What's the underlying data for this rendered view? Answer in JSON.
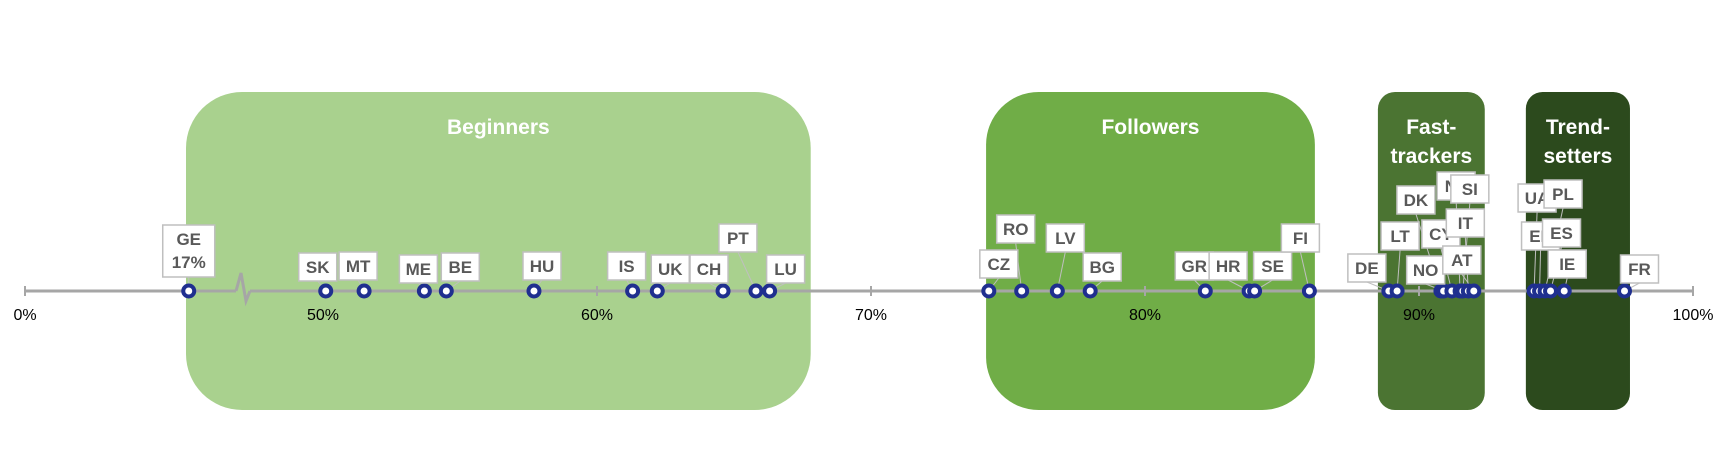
{
  "chart_data": {
    "type": "scatter",
    "title": "",
    "xlabel": "",
    "ylabel": "",
    "x_axis": {
      "tick_labels": [
        "0%",
        "50%",
        "60%",
        "70%",
        "80%",
        "90%",
        "100%"
      ],
      "tick_values": [
        0,
        50,
        60,
        70,
        80,
        90,
        100
      ],
      "axis_break": true,
      "range": [
        0,
        100
      ]
    },
    "groups": [
      {
        "label": "Beginners",
        "range": [
          45,
          67.8
        ],
        "color": "#a9d18e"
      },
      {
        "label": "Followers",
        "range": [
          74.2,
          86.2
        ],
        "color": "#70ad47"
      },
      {
        "label": "Fast-trackers",
        "lines": [
          "Fast-",
          "trackers"
        ],
        "range": [
          88.5,
          92.4
        ],
        "color": "#4b7432"
      },
      {
        "label": "Trend-setters",
        "lines": [
          "Trend-",
          "setters"
        ],
        "range": [
          93.9,
          97.7
        ],
        "color": "#2c4a1d"
      }
    ],
    "points": [
      {
        "label": "GE",
        "sublabel": "17%",
        "value": 17,
        "x": 45.1
      },
      {
        "label": "SK",
        "x": 50.1
      },
      {
        "label": "MT",
        "x": 51.5
      },
      {
        "label": "ME",
        "x": 53.7
      },
      {
        "label": "BE",
        "x": 54.5
      },
      {
        "label": "HU",
        "x": 57.7
      },
      {
        "label": "IS",
        "x": 61.3
      },
      {
        "label": "UK",
        "x": 62.2
      },
      {
        "label": "CH",
        "x": 64.6
      },
      {
        "label": "PT",
        "x": 65.8
      },
      {
        "label": "LU",
        "x": 66.3
      },
      {
        "label": "CZ",
        "x": 74.3
      },
      {
        "label": "RO",
        "x": 75.5
      },
      {
        "label": "LV",
        "x": 76.8
      },
      {
        "label": "BG",
        "x": 78.0
      },
      {
        "label": "GR",
        "x": 82.2
      },
      {
        "label": "HR",
        "x": 83.8
      },
      {
        "label": "SE",
        "x": 84.0
      },
      {
        "label": "FI",
        "x": 86.0
      },
      {
        "label": "DE",
        "x": 88.9
      },
      {
        "label": "LT",
        "x": 89.2
      },
      {
        "label": "DK",
        "x": 90.8
      },
      {
        "label": "NO",
        "x": 90.9
      },
      {
        "label": "CY",
        "x": 91.2
      },
      {
        "label": "NL",
        "x": 91.5
      },
      {
        "label": "SI",
        "x": 91.6
      },
      {
        "label": "IT",
        "x": 91.8
      },
      {
        "label": "AT",
        "x": 92.0
      },
      {
        "label": "UA",
        "x": 94.2
      },
      {
        "label": "EE",
        "x": 94.4
      },
      {
        "label": "PL",
        "x": 94.6
      },
      {
        "label": "ES",
        "x": 94.8
      },
      {
        "label": "IE",
        "x": 95.3
      },
      {
        "label": "FR",
        "x": 97.5
      }
    ],
    "point_color": "#1f2f8f",
    "axis_color": "#a6a6a6",
    "grid": false,
    "legend": "none"
  }
}
